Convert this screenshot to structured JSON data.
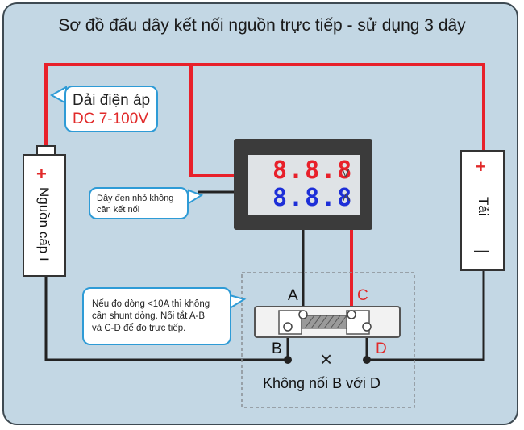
{
  "title": "Sơ đồ đấu dây kết nối nguồn trực tiếp - sử dụng 3 dây",
  "voltage_callout": {
    "line1": "Dải điện áp",
    "line2": "DC 7-100V",
    "line2_color": "#e12a2a"
  },
  "thin_wire_callout": {
    "line1": "Dây đen nhỏ không",
    "line2": "cần kết nối"
  },
  "shunt_callout": {
    "line1": "Nếu đo dòng <10A thì không",
    "line2": "cần shunt dòng. Nối tắt A-B",
    "line3": "và C-D để đo trực tiếp."
  },
  "source": {
    "label": "Nguồn cấp I",
    "plus": "+",
    "minus": "-"
  },
  "load": {
    "label": "Tải",
    "plus": "+",
    "minus": "—"
  },
  "meter": {
    "voltage_digits": "8.8.8",
    "voltage_unit": "V",
    "current_digits": "8.8.8",
    "current_unit": "A",
    "voltage_color": "#e8202a",
    "current_color": "#1d2fd8"
  },
  "terminals": {
    "a": "A",
    "b": "B",
    "c": "C",
    "d": "D",
    "d_color": "#e12a2a"
  },
  "cross_mark": "×",
  "bottom_note": "Không nối B với D",
  "colors": {
    "panel_bg": "#c3d7e4",
    "wire_red": "#e8202a",
    "wire_black": "#222222",
    "callout_border": "#2e9bd6"
  }
}
